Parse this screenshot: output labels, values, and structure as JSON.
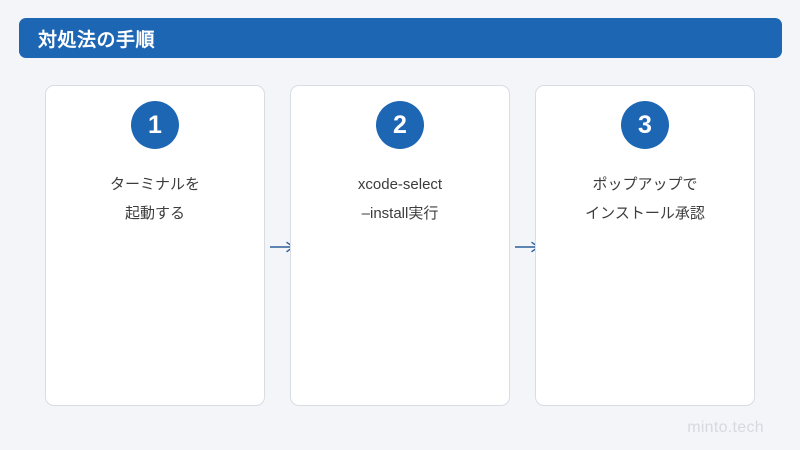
{
  "header": {
    "title": "対処法の手順",
    "bar_color": "#1d66b4"
  },
  "flow": {
    "arrow_color": "#2a6099",
    "badge_color": "#1d66b4",
    "arrows": [
      {
        "name": "arrow-step1-to-step2",
        "glyph": "arrow-right-icon"
      },
      {
        "name": "arrow-step2-to-step3",
        "glyph": "arrow-right-icon"
      }
    ],
    "steps": [
      {
        "number": "1",
        "lines": [
          "ターミナルを",
          "起動する"
        ]
      },
      {
        "number": "2",
        "lines": [
          "xcode-select",
          "–install実行"
        ]
      },
      {
        "number": "3",
        "lines": [
          "ポップアップで",
          "インストール承認"
        ]
      }
    ]
  },
  "footer": {
    "watermark": "minto.tech"
  }
}
